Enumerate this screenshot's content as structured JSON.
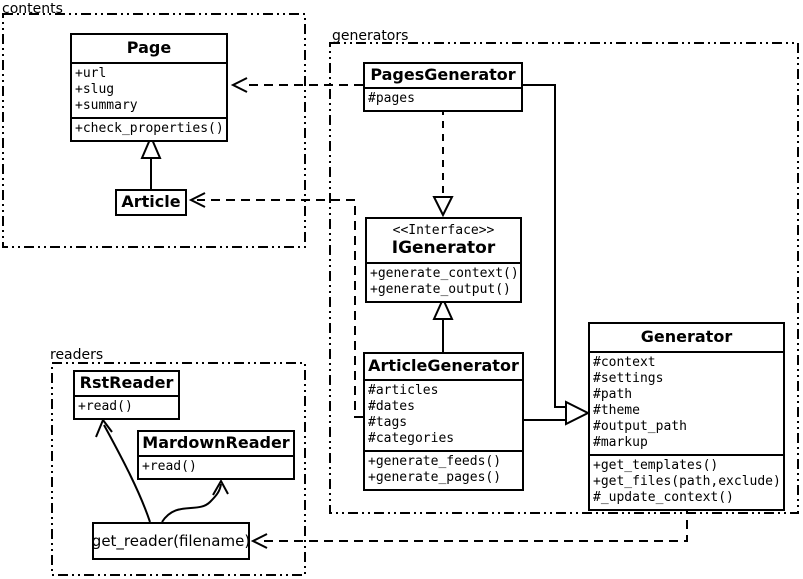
{
  "diagram": {
    "title": "UML class diagram",
    "colors": {
      "line": "#000000",
      "background": "#ffffff",
      "box_fill": "#ffffff",
      "text": "#000000"
    },
    "packages": {
      "contents": {
        "label": "contents"
      },
      "generators": {
        "label": "generators"
      },
      "readers": {
        "label": "readers"
      }
    },
    "classes": {
      "page": {
        "title": "Page",
        "attrs": [
          "+url",
          "+slug",
          "+summary"
        ],
        "methods": [
          "+check_properties()"
        ]
      },
      "article": {
        "title": "Article"
      },
      "pages_generator": {
        "title": "PagesGenerator",
        "attrs": [
          "#pages"
        ]
      },
      "igenerator": {
        "stereotype": "<<Interface>>",
        "title": "IGenerator",
        "methods": [
          "+generate_context()",
          "+generate_output()"
        ]
      },
      "article_generator": {
        "title": "ArticleGenerator",
        "attrs": [
          "#articles",
          "#dates",
          "#tags",
          "#categories"
        ],
        "methods": [
          "+generate_feeds()",
          "+generate_pages()"
        ]
      },
      "generator": {
        "title": "Generator",
        "attrs": [
          "#context",
          "#settings",
          "#path",
          "#theme",
          "#output_path",
          "#markup"
        ],
        "methods": [
          "+get_templates()",
          "+get_files(path,exclude)",
          "#_update_context()"
        ]
      },
      "rst_reader": {
        "title": "RstReader",
        "methods": [
          "+read()"
        ]
      },
      "mardown_reader": {
        "title": "MardownReader",
        "methods": [
          "+read()"
        ]
      },
      "get_reader": {
        "label": "get_reader(filename)"
      }
    },
    "relations": [
      "Article --|> Page (generalization)",
      "PagesGenerator ..> Page (dependency)",
      "ArticleGenerator ..> Article (dependency)",
      "PagesGenerator ..|> IGenerator (realization)",
      "ArticleGenerator --|> IGenerator (generalization)",
      "PagesGenerator --|> Generator (generalization)",
      "ArticleGenerator --|> Generator (generalization)",
      "Generator ..> get_reader(filename) (dependency)",
      "get_reader -> RstReader (curved arrow)",
      "get_reader -> MardownReader (curved arrow)"
    ]
  }
}
